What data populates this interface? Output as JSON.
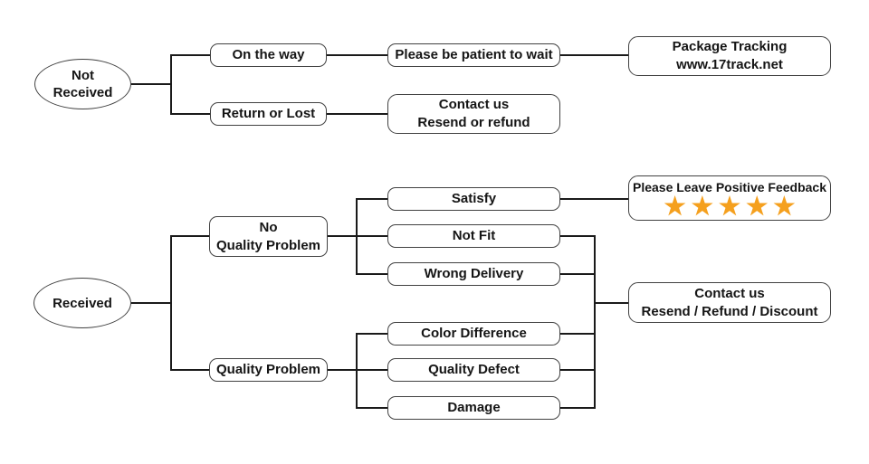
{
  "colors": {
    "background": "#ffffff",
    "connector_line": "#1a1a1a",
    "node_border": "#414141",
    "text": "#151515",
    "star": "#F5A01E"
  },
  "nodes": {
    "not_received": {
      "label": "Not\nReceived"
    },
    "on_the_way": {
      "label": "On the way"
    },
    "return_or_lost": {
      "label": "Return or Lost"
    },
    "be_patient": {
      "label": "Please be patient to wait"
    },
    "package_tracking": {
      "label": "Package Tracking\nwww.17track.net"
    },
    "contact_resend_refund": {
      "label": "Contact us\nResend or refund"
    },
    "received": {
      "label": "Received"
    },
    "no_quality_problem": {
      "label": "No\nQuality Problem"
    },
    "quality_problem": {
      "label": "Quality Problem"
    },
    "satisfy": {
      "label": "Satisfy"
    },
    "not_fit": {
      "label": "Not Fit"
    },
    "wrong_delivery": {
      "label": "Wrong Delivery"
    },
    "color_difference": {
      "label": "Color Difference"
    },
    "quality_defect": {
      "label": "Quality Defect"
    },
    "damage": {
      "label": "Damage"
    },
    "positive_feedback": {
      "label": "Please Leave Positive Feedback",
      "stars": 5,
      "stars_text": "★★★★★"
    },
    "contact_discount": {
      "label": "Contact us\nResend / Refund / Discount"
    }
  },
  "edges": [
    [
      "not_received",
      "on_the_way"
    ],
    [
      "not_received",
      "return_or_lost"
    ],
    [
      "on_the_way",
      "be_patient"
    ],
    [
      "be_patient",
      "package_tracking"
    ],
    [
      "return_or_lost",
      "contact_resend_refund"
    ],
    [
      "received",
      "no_quality_problem"
    ],
    [
      "received",
      "quality_problem"
    ],
    [
      "no_quality_problem",
      "satisfy"
    ],
    [
      "no_quality_problem",
      "not_fit"
    ],
    [
      "no_quality_problem",
      "wrong_delivery"
    ],
    [
      "quality_problem",
      "color_difference"
    ],
    [
      "quality_problem",
      "quality_defect"
    ],
    [
      "quality_problem",
      "damage"
    ],
    [
      "satisfy",
      "positive_feedback"
    ],
    [
      "not_fit",
      "contact_discount"
    ],
    [
      "wrong_delivery",
      "contact_discount"
    ],
    [
      "color_difference",
      "contact_discount"
    ],
    [
      "quality_defect",
      "contact_discount"
    ],
    [
      "damage",
      "contact_discount"
    ]
  ]
}
